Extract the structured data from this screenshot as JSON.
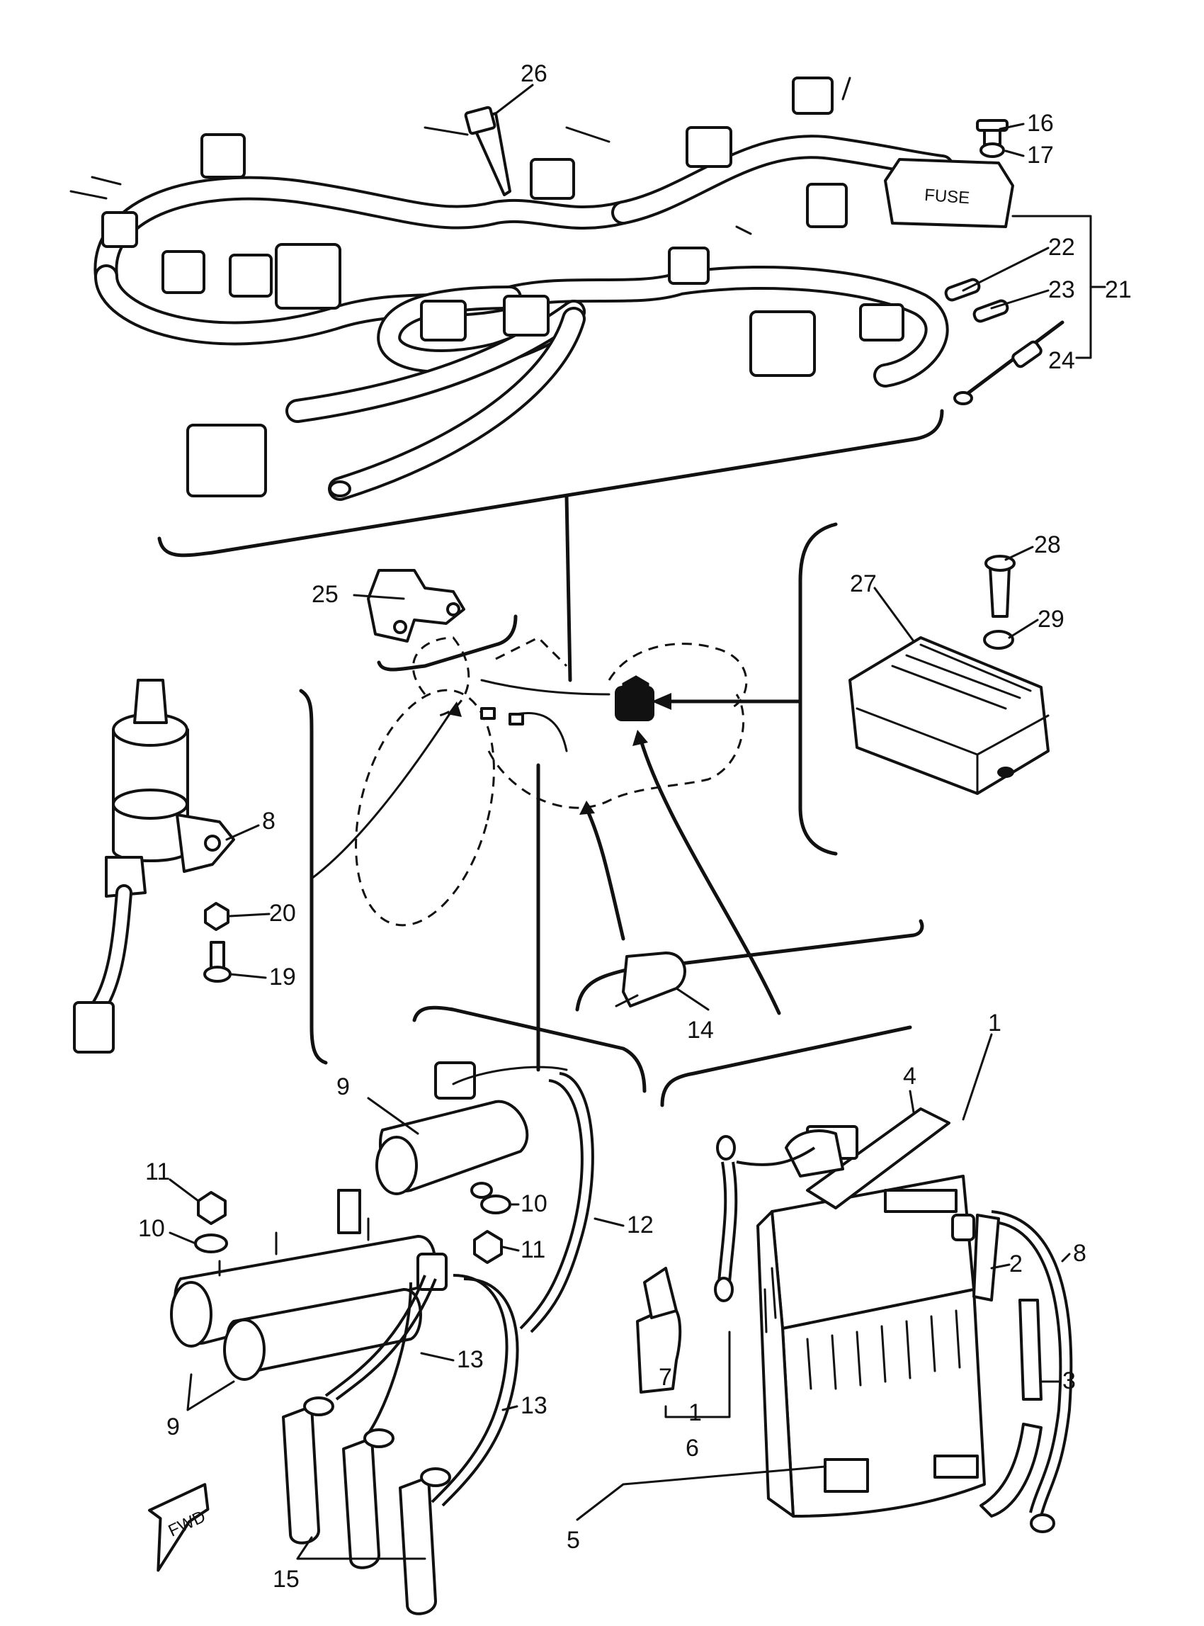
{
  "diagram": {
    "part_labels": [
      "26",
      "16",
      "17",
      "22",
      "23",
      "21",
      "24",
      "25",
      "28",
      "27",
      "29",
      "8",
      "20",
      "19",
      "14",
      "9",
      "4",
      "1",
      "11",
      "10",
      "10",
      "11",
      "12",
      "2",
      "8",
      "13",
      "13",
      "3",
      "9",
      "7",
      "1",
      "6",
      "5",
      "15"
    ],
    "fuse_box_text": "FUSE",
    "direction_marker_text": "FWD"
  },
  "colors": {
    "ink": "#111111",
    "paper": "#ffffff"
  }
}
